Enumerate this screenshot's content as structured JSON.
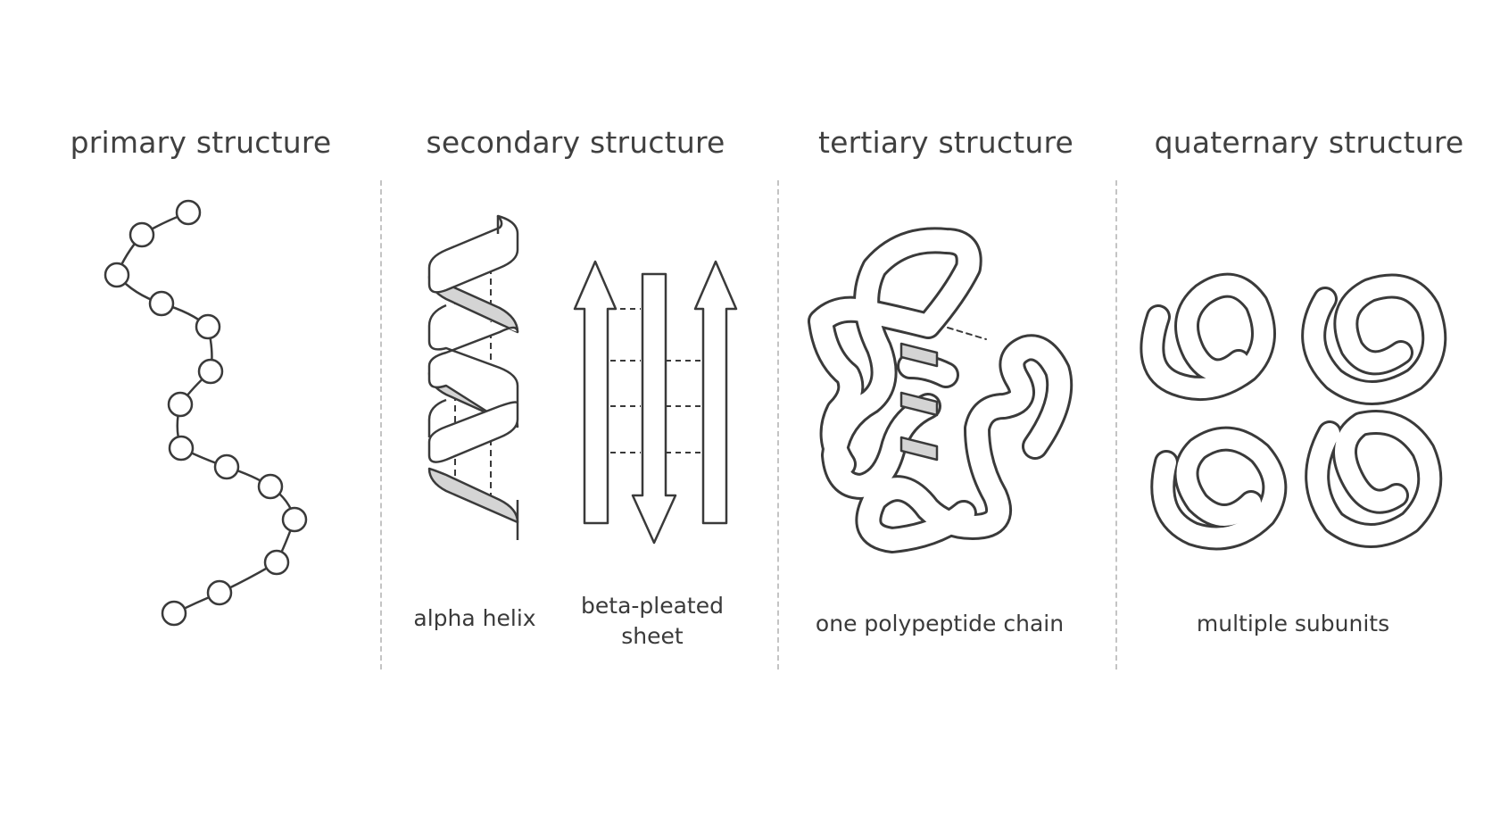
{
  "panels": [
    {
      "id": "primary",
      "heading": "primary structure",
      "captions": []
    },
    {
      "id": "secondary",
      "heading": "secondary structure",
      "captions": [
        "alpha helix",
        "beta-pleated sheet"
      ]
    },
    {
      "id": "tertiary",
      "heading": "tertiary structure",
      "captions": [
        "one polypeptide chain"
      ]
    },
    {
      "id": "quaternary",
      "heading": "quaternary structure",
      "captions": [
        "multiple subunits"
      ]
    }
  ],
  "beta_sheet_caption_lines": [
    "beta-pleated",
    "sheet"
  ],
  "colors": {
    "stroke": "#3a3a3a",
    "fill_shade": "#d4d4d4",
    "divider": "#c4c4c4",
    "text": "#404040"
  }
}
